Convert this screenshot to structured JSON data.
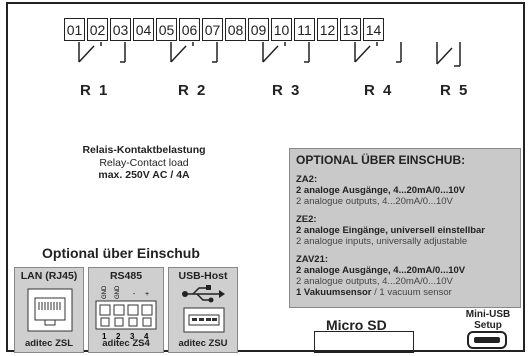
{
  "terminals": [
    "01",
    "02",
    "03",
    "04",
    "05",
    "06",
    "07",
    "08",
    "09",
    "10",
    "11",
    "12",
    "13",
    "14"
  ],
  "relays": [
    "R 1",
    "R 2",
    "R 3",
    "R 4",
    "R 5"
  ],
  "relay_contact": {
    "de": "Relais-Kontaktbelastung",
    "en": "Relay-Contact load",
    "rating": "max. 250V AC / 4A"
  },
  "optional_box": {
    "title": "OPTIONAL ÜBER EINSCHUB:",
    "sections": [
      {
        "head": "ZA2:",
        "de": "2 analoge Ausgänge, 4...20mA/0...10V",
        "en": "2 analogue outputs, 4...20mA/0...10V",
        "extra_bold": "",
        "extra_en": ""
      },
      {
        "head": "ZE2:",
        "de": "2 analoge Eingänge, universell einstellbar",
        "en": "2 analogue inputs, universally adjustable",
        "extra_bold": "",
        "extra_en": ""
      },
      {
        "head": "ZAV21:",
        "de": "2 analoge Ausgänge, 4...20mA/0...10V",
        "en": "2 analogue outputs, 4...20mA/0...10V",
        "extra_bold": "1 Vakuumsensor",
        "extra_en": " / 1 vacuum sensor"
      }
    ]
  },
  "optional_left_title": "Optional über Einschub",
  "modules": [
    {
      "label": "LAN (RJ45)",
      "footer": "aditec ZSL",
      "icon": "rj45-port-icon"
    },
    {
      "label": "RS485",
      "footer": "aditec ZS4",
      "icon": "terminal-block-icon",
      "pins_top": [
        "GND",
        "GND",
        "-",
        "+"
      ],
      "pins_bottom": [
        "1",
        "2",
        "3",
        "4"
      ]
    },
    {
      "label": "USB-Host",
      "footer": "aditec ZSU",
      "icon": "usb-icon"
    }
  ],
  "micro_sd": "Micro SD",
  "mini_usb": {
    "line1": "Mini-USB",
    "line2": "Setup"
  }
}
